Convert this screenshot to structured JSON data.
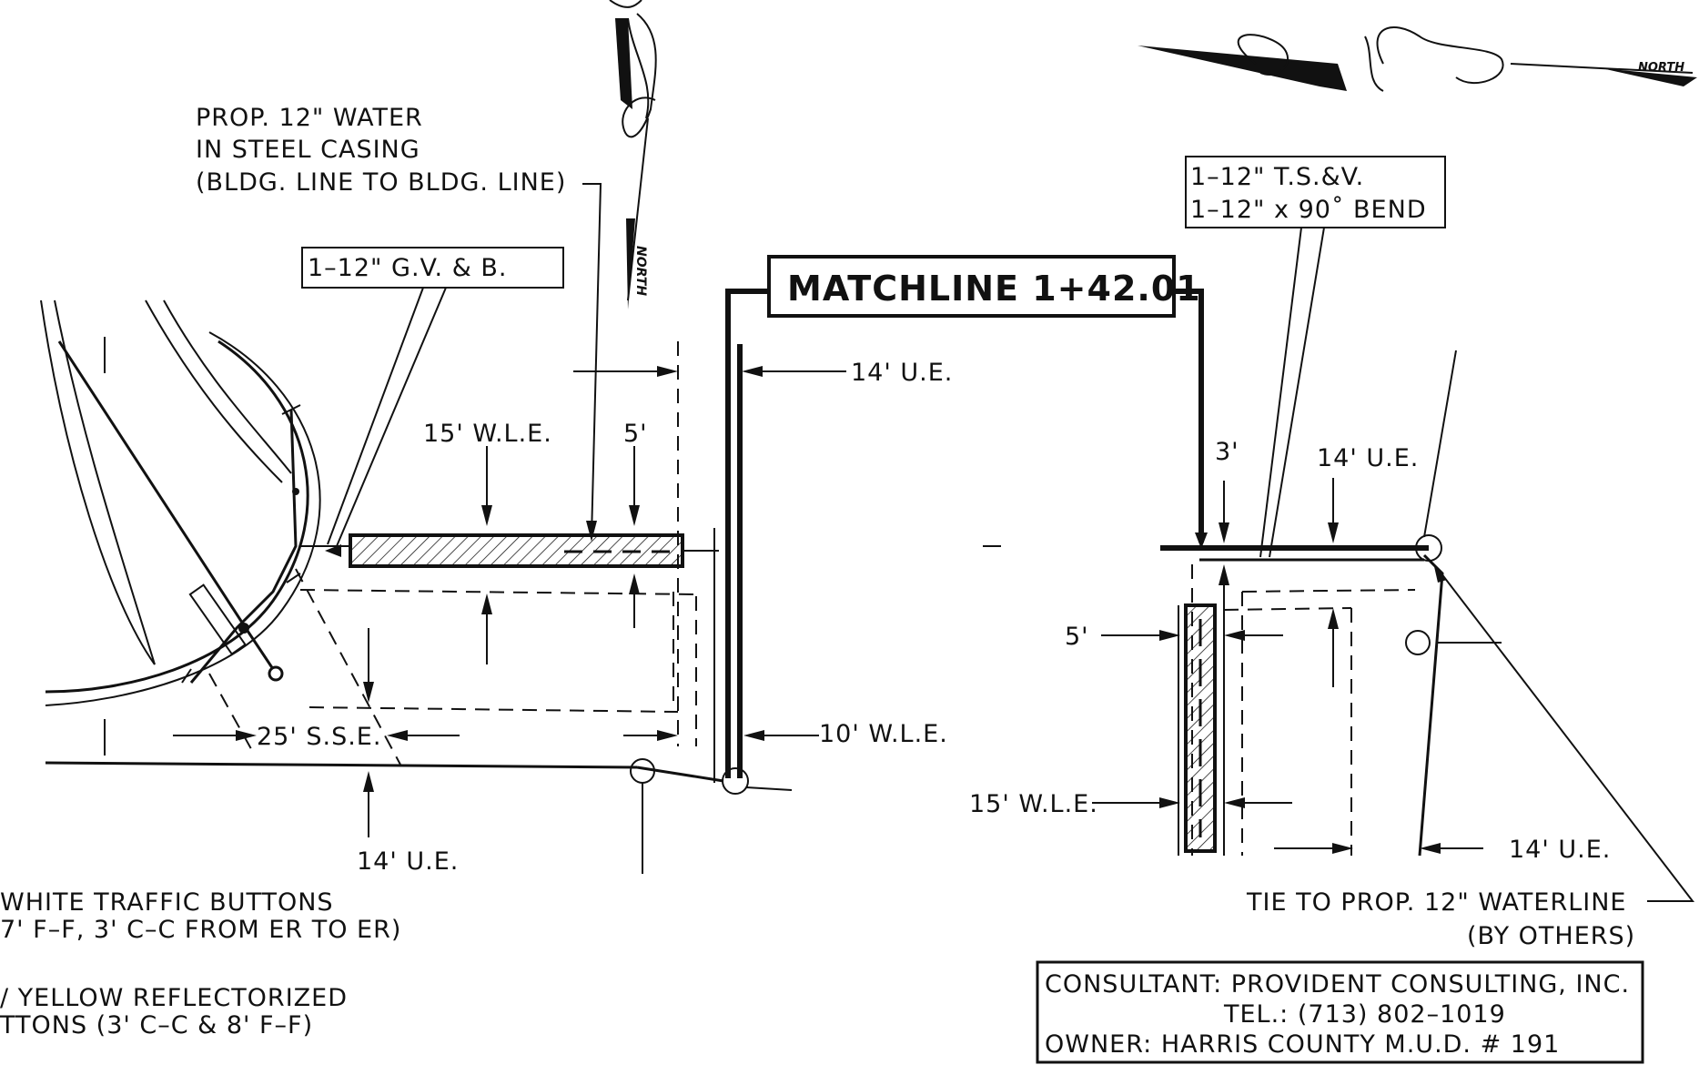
{
  "labels": {
    "water_casing_1": "PROP. 12\" WATER",
    "water_casing_2": "IN STEEL CASING",
    "water_casing_3": "(BLDG. LINE TO BLDG. LINE)",
    "gv_b": "1–12\" G.V. & B.",
    "tsv_1": "1–12\" T.S.&V.",
    "tsv_2": "1–12\" x 90˚ BEND",
    "matchline": "MATCHLINE 1+42.01",
    "ue_top": "14' U.E.",
    "wle_15_left": "15' W.L.E.",
    "dim_5_left": "5'",
    "sse_25": "25' S.S.E.",
    "wle_10": "10' W.L.E.",
    "ue_bottom_left": "14' U.E.",
    "dim_3": "3'",
    "ue_right_top": "14' U.E.",
    "dim_5_right": "5'",
    "wle_15_right": "15' W.L.E.",
    "ue_right_bottom": "14' U.E.",
    "tie_1": "TIE TO PROP. 12\" WATERLINE",
    "tie_2": "(BY OTHERS)",
    "note_white_1": "WHITE  TRAFFIC  BUTTONS",
    "note_white_2": "7' F–F,  3' C–C  FROM  ER  TO  ER)",
    "note_yellow_1": "/ YELLOW  REFLECTORIZED",
    "note_yellow_2": "TTONS  (3' C–C  &  8' F–F)",
    "north_small_left": "NORTH",
    "north_small_right": "NORTH"
  },
  "consultant_box": {
    "line1": "CONSULTANT:  PROVIDENT  CONSULTING,  INC.",
    "line2": "TEL.:  (713)  802–1019",
    "line3": "OWNER:  HARRIS  COUNTY  M.U.D.  #  191"
  },
  "colors": {
    "ink": "#111111",
    "paper": "#ffffff"
  }
}
